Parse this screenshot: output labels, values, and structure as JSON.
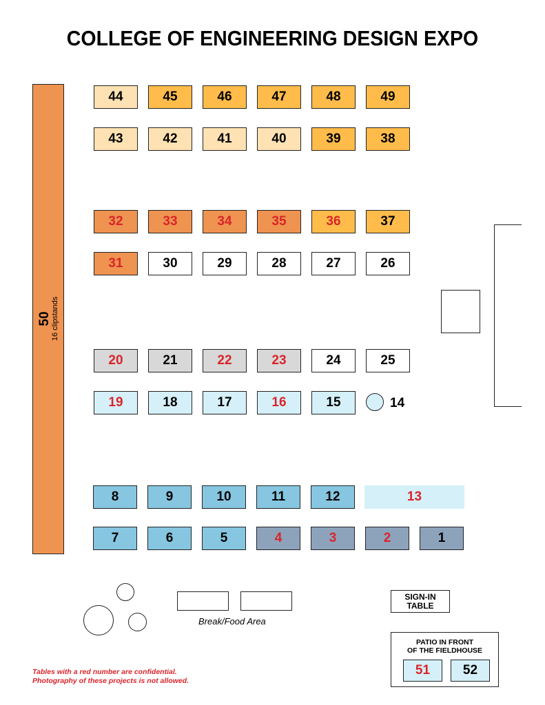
{
  "title": "COLLEGE OF ENGINEERING DESIGN EXPO",
  "colors": {
    "pale_orange": "#ffe2b3",
    "amber": "#ffbc4b",
    "orange": "#ef9350",
    "gray": "#d8d8d8",
    "white": "#ffffff",
    "pale_blue": "#d5f0f8",
    "medium_blue": "#86c6e0",
    "slate_blue": "#8da3bb",
    "confidential_red": "#d9252b"
  },
  "long_table": {
    "number": "50",
    "subtitle": "16 clipstands"
  },
  "booths": [
    {
      "num": "44",
      "color": "pale_orange",
      "conf": false
    },
    {
      "num": "45",
      "color": "amber",
      "conf": false
    },
    {
      "num": "46",
      "color": "amber",
      "conf": false
    },
    {
      "num": "47",
      "color": "amber",
      "conf": false
    },
    {
      "num": "48",
      "color": "amber",
      "conf": false
    },
    {
      "num": "49",
      "color": "amber",
      "conf": false
    },
    {
      "num": "43",
      "color": "pale_orange",
      "conf": false
    },
    {
      "num": "42",
      "color": "pale_orange",
      "conf": false
    },
    {
      "num": "41",
      "color": "pale_orange",
      "conf": false
    },
    {
      "num": "40",
      "color": "pale_orange",
      "conf": false
    },
    {
      "num": "39",
      "color": "amber",
      "conf": false
    },
    {
      "num": "38",
      "color": "amber",
      "conf": false
    },
    {
      "num": "32",
      "color": "orange",
      "conf": true
    },
    {
      "num": "33",
      "color": "orange",
      "conf": true
    },
    {
      "num": "34",
      "color": "orange",
      "conf": true
    },
    {
      "num": "35",
      "color": "orange",
      "conf": true
    },
    {
      "num": "36",
      "color": "amber",
      "conf": true
    },
    {
      "num": "37",
      "color": "amber",
      "conf": false
    },
    {
      "num": "31",
      "color": "orange",
      "conf": true
    },
    {
      "num": "30",
      "color": "white",
      "conf": false
    },
    {
      "num": "29",
      "color": "white",
      "conf": false
    },
    {
      "num": "28",
      "color": "white",
      "conf": false
    },
    {
      "num": "27",
      "color": "white",
      "conf": false
    },
    {
      "num": "26",
      "color": "white",
      "conf": false
    },
    {
      "num": "20",
      "color": "gray",
      "conf": true
    },
    {
      "num": "21",
      "color": "gray",
      "conf": false
    },
    {
      "num": "22",
      "color": "gray",
      "conf": true
    },
    {
      "num": "23",
      "color": "gray",
      "conf": true
    },
    {
      "num": "24",
      "color": "white",
      "conf": false
    },
    {
      "num": "25",
      "color": "white",
      "conf": false
    },
    {
      "num": "19",
      "color": "pale_blue",
      "conf": true
    },
    {
      "num": "18",
      "color": "pale_blue",
      "conf": false
    },
    {
      "num": "17",
      "color": "pale_blue",
      "conf": false
    },
    {
      "num": "16",
      "color": "pale_blue",
      "conf": true
    },
    {
      "num": "15",
      "color": "pale_blue",
      "conf": false
    },
    {
      "num": "8",
      "color": "medium_blue",
      "conf": false
    },
    {
      "num": "9",
      "color": "medium_blue",
      "conf": false
    },
    {
      "num": "10",
      "color": "medium_blue",
      "conf": false
    },
    {
      "num": "11",
      "color": "medium_blue",
      "conf": false
    },
    {
      "num": "12",
      "color": "medium_blue",
      "conf": false
    },
    {
      "num": "13",
      "color": "pale_blue",
      "conf": true
    },
    {
      "num": "7",
      "color": "medium_blue",
      "conf": false
    },
    {
      "num": "6",
      "color": "medium_blue",
      "conf": false
    },
    {
      "num": "5",
      "color": "medium_blue",
      "conf": false
    },
    {
      "num": "4",
      "color": "slate_blue",
      "conf": true
    },
    {
      "num": "3",
      "color": "slate_blue",
      "conf": true
    },
    {
      "num": "2",
      "color": "slate_blue",
      "conf": true
    },
    {
      "num": "1",
      "color": "slate_blue",
      "conf": false
    },
    {
      "num": "51",
      "color": "pale_blue",
      "conf": true
    },
    {
      "num": "52",
      "color": "pale_blue",
      "conf": false
    }
  ],
  "round_table": {
    "number": "14"
  },
  "break_area_label": "Break/Food Area",
  "sign_in": {
    "line1": "SIGN-IN",
    "line2": "TABLE"
  },
  "patio": {
    "line1": "PATIO IN FRONT",
    "line2": "OF THE FIELDHOUSE"
  },
  "notes": {
    "line1": "Tables with a red number are confidential.",
    "line2": "Photography of these projects is not allowed."
  }
}
